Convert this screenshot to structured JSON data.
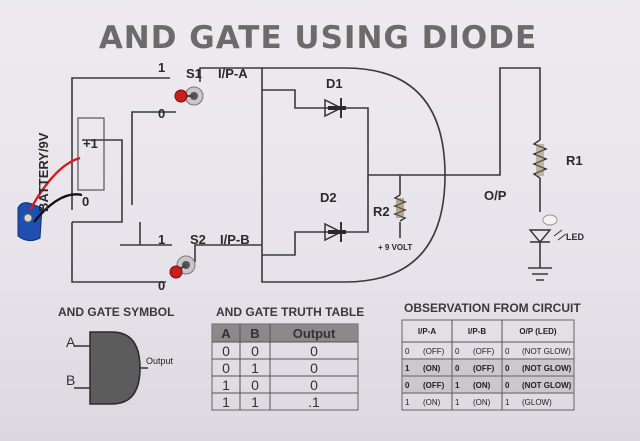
{
  "title": "AND GATE USING DIODE",
  "circuit": {
    "battery_label": "BATTERY/9V",
    "battery_plus": "+1",
    "battery_zero": "0",
    "s1_top": "1",
    "s1_bottom": "0",
    "s1_label": "S1",
    "ipa_label": "I/P-A",
    "s2_top": "1",
    "s2_bottom": "0",
    "s2_label": "S2",
    "ipb_label": "I/P-B",
    "d1_label": "D1",
    "d2_label": "D2",
    "r2_label": "R2",
    "volt_label": "+ 9 VOLT",
    "r1_label": "R1",
    "led_label": "LED",
    "op_label": "O/P",
    "colors": {
      "wire": "#3a3a3a",
      "switch_red": "#c81e1e",
      "battery_blue": "#1f4fb0"
    }
  },
  "symbol": {
    "heading": "AND GATE SYMBOL",
    "input_a": "A",
    "input_b": "B",
    "output": "Output"
  },
  "truth_table": {
    "heading": "AND GATE TRUTH TABLE",
    "columns": [
      "A",
      "B",
      "Output"
    ],
    "rows": [
      [
        "0",
        "0",
        "0"
      ],
      [
        "0",
        "1",
        "0"
      ],
      [
        "1",
        "0",
        "0"
      ],
      [
        "1",
        "1",
        ".1"
      ]
    ]
  },
  "observation": {
    "heading": "OBSERVATION FROM CIRCUIT",
    "columns": [
      "I/P-A",
      "I/P-B",
      "O/P (LED)"
    ],
    "rows": [
      [
        "0",
        "(OFF)",
        "0",
        "(OFF)",
        "0",
        "(NOT GLOW)"
      ],
      [
        "1",
        "(ON)",
        "0",
        "(OFF)",
        "0",
        "(NOT GLOW)"
      ],
      [
        "0",
        "(OFF)",
        "1",
        "(ON)",
        "0",
        "(NOT GLOW)"
      ],
      [
        "1",
        "(ON)",
        "1",
        "(ON)",
        "1",
        "(GLOW)"
      ]
    ]
  }
}
